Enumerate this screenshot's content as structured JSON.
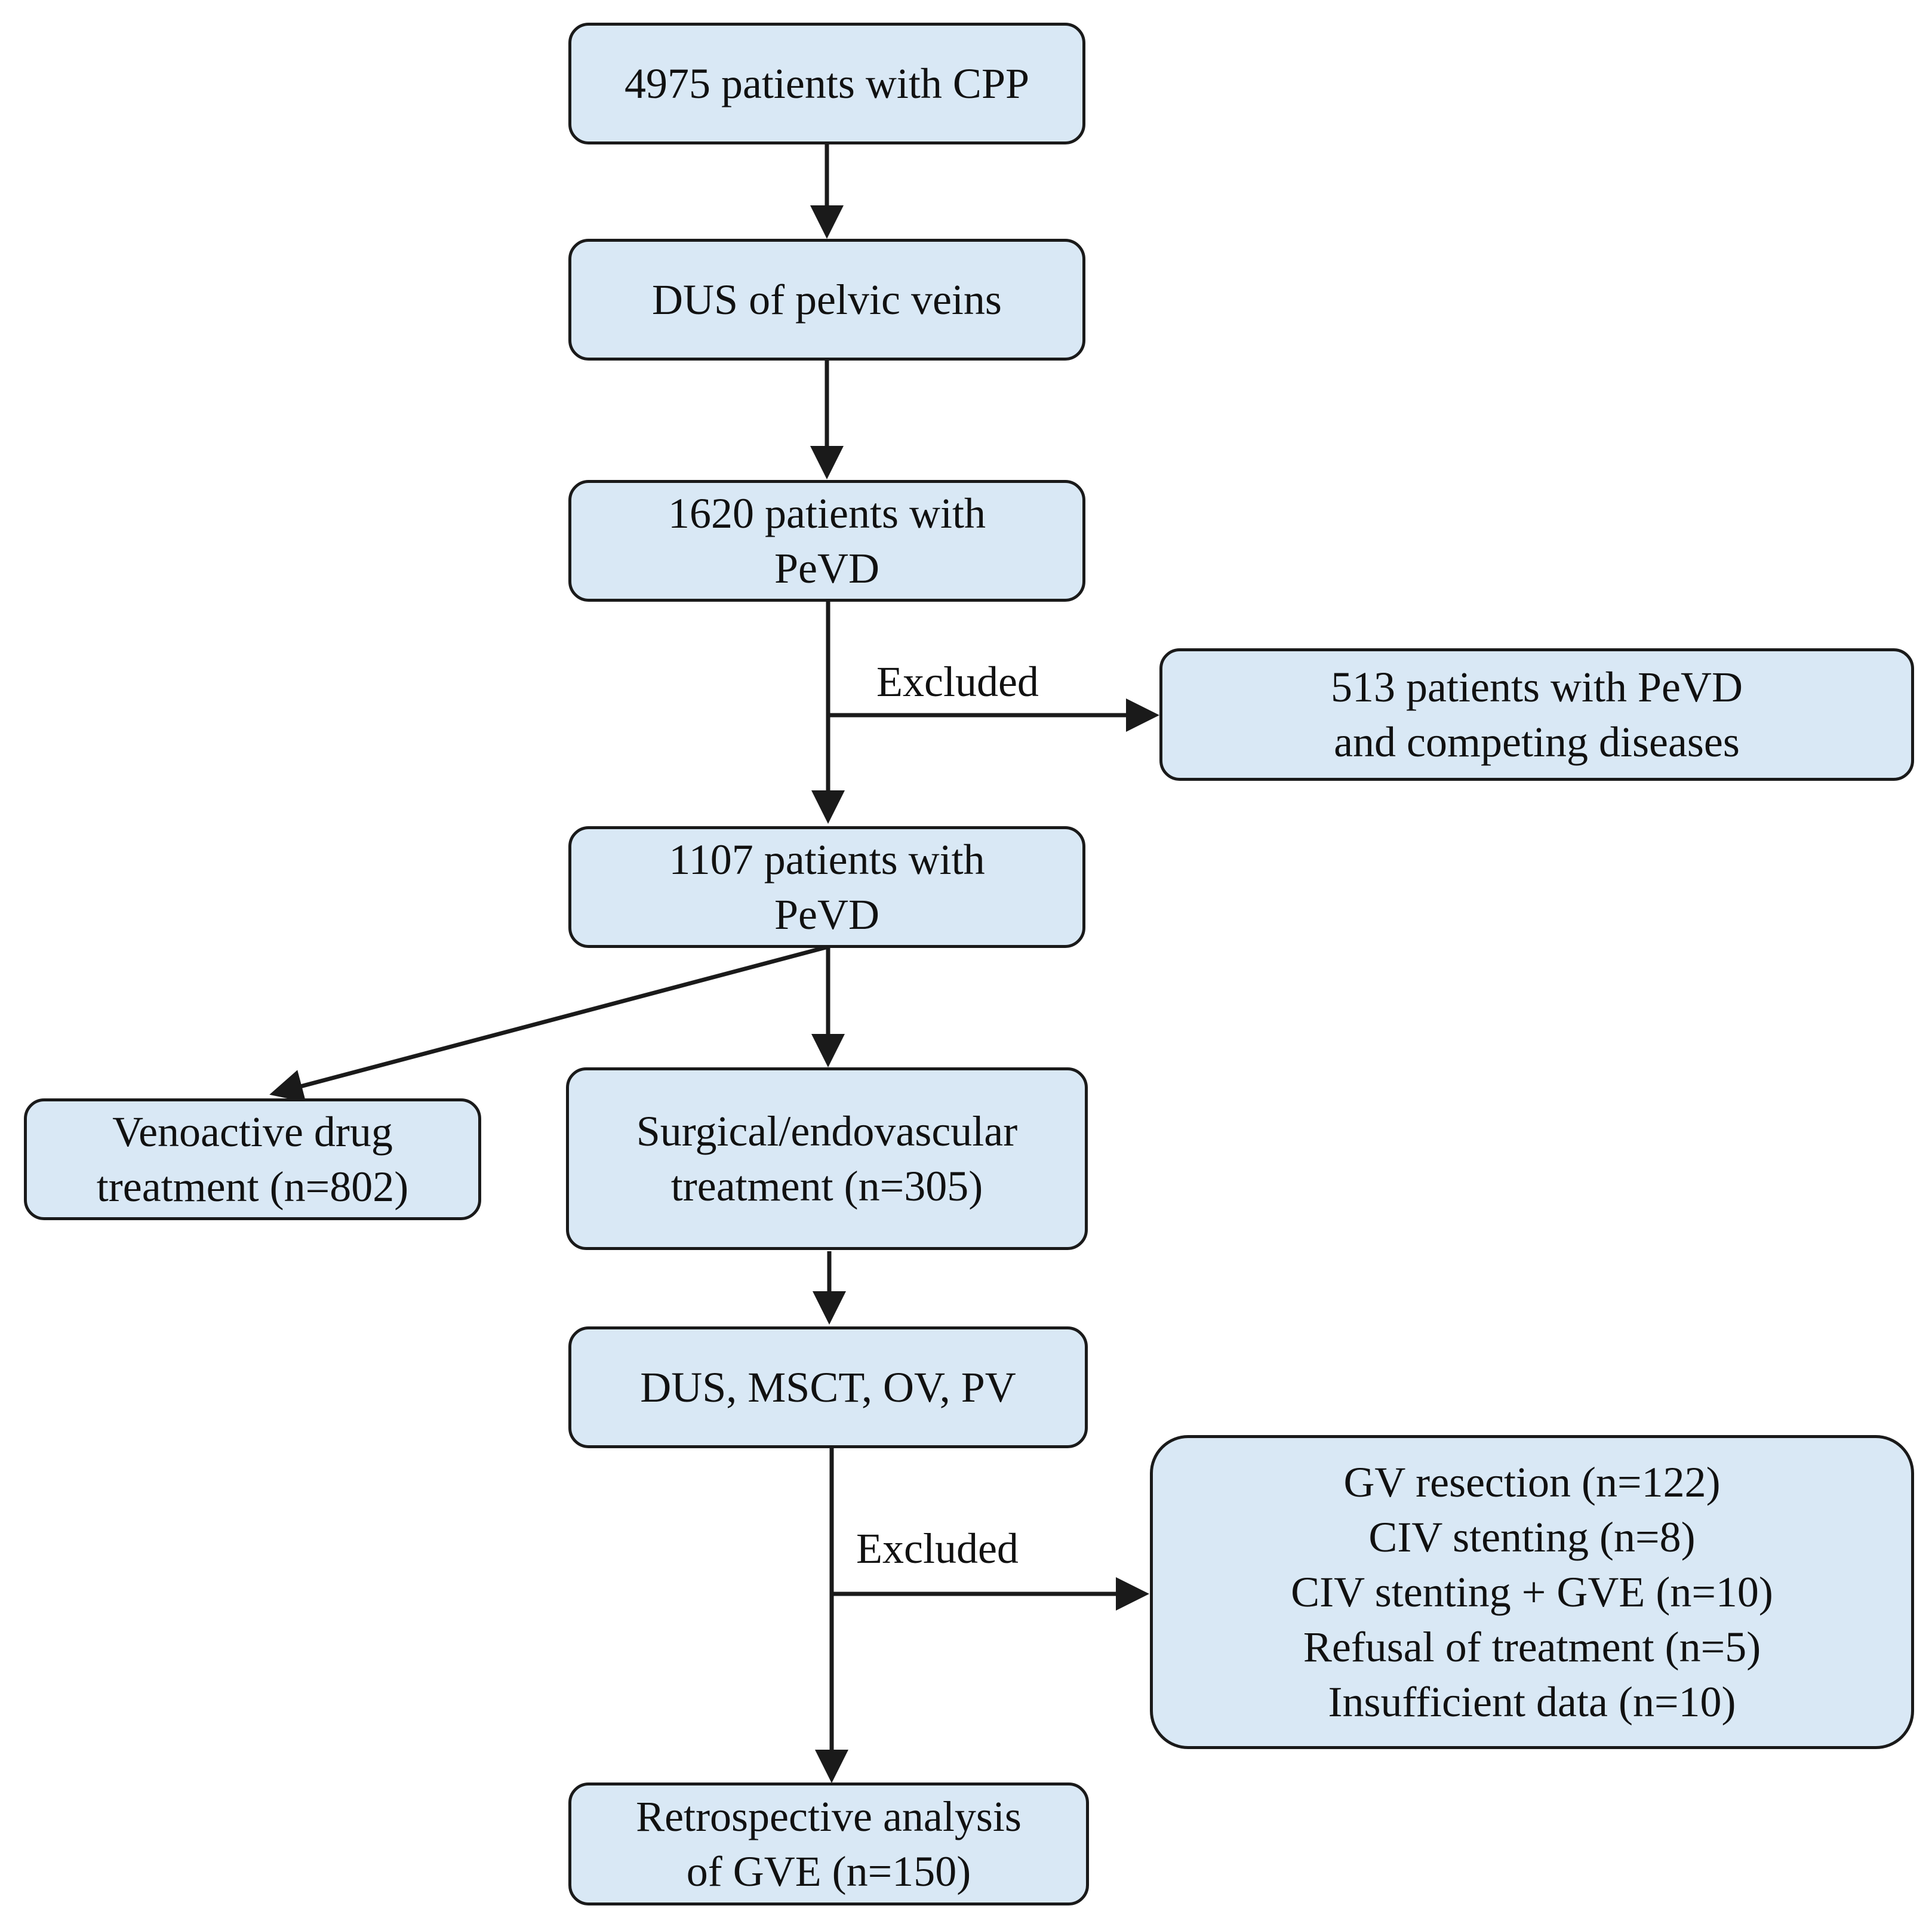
{
  "boxes": {
    "cpp": [
      "4975 patients with CPP"
    ],
    "dus": [
      "DUS of pelvic veins"
    ],
    "pevd1620": [
      "1620 patients with",
      "PeVD"
    ],
    "competing": [
      "513 patients with PeVD",
      "and competing diseases"
    ],
    "pevd1107": [
      "1107 patients with",
      "PeVD"
    ],
    "venoactive": [
      "Venoactive drug",
      "treatment (n=802)"
    ],
    "surgical": [
      "Surgical/endovascular",
      "treatment (n=305)"
    ],
    "imaging": [
      "DUS, MSCT, OV, PV"
    ],
    "excluded2": [
      "GV resection (n=122)",
      "CIV stenting (n=8)",
      "CIV stenting + GVE (n=10)",
      "Refusal of treatment (n=5)",
      "Insufficient data (n=10)"
    ],
    "final": [
      "Retrospective analysis",
      "of GVE (n=150)"
    ]
  },
  "labels": {
    "excluded_1": "Excluded",
    "excluded_2": "Excluded"
  },
  "colors": {
    "box_fill": "#d9e8f5",
    "line": "#1a1a1a"
  }
}
